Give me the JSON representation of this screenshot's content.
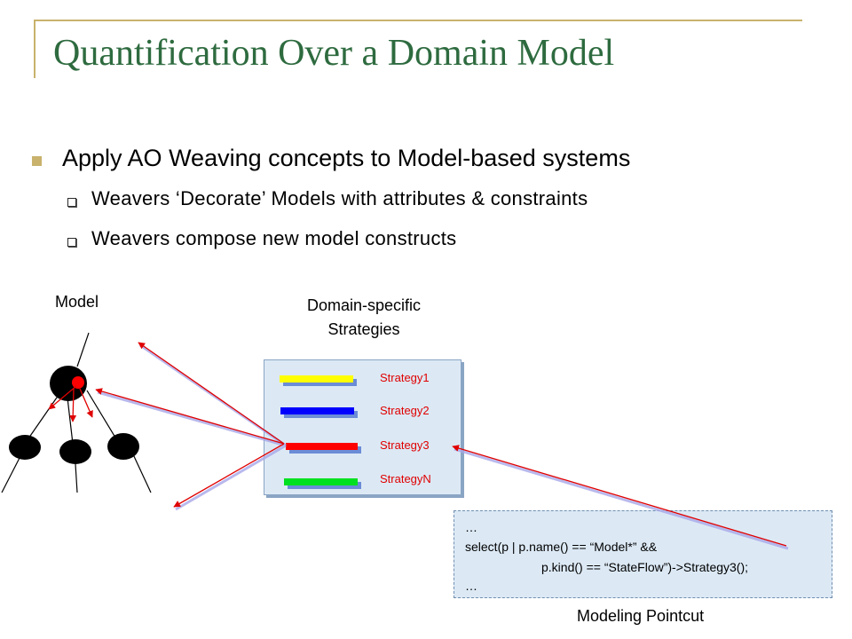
{
  "title": "Quantification Over a Domain Model",
  "bullets": {
    "main": "Apply AO Weaving concepts to Model-based systems",
    "sub": [
      "Weavers ‘Decorate’ Models with attributes & constraints",
      "Weavers compose new model constructs"
    ]
  },
  "diagram": {
    "model_label": "Model",
    "strategies_heading_line1": "Domain-specific",
    "strategies_heading_line2": "Strategies",
    "strategies": [
      {
        "label": "Strategy1",
        "color": "#ffff00"
      },
      {
        "label": "Strategy2",
        "color": "#0000ff"
      },
      {
        "label": "Strategy3",
        "color": "#ff0000"
      },
      {
        "label": "StrategyN",
        "color": "#00e020"
      }
    ],
    "pointcut_label": "Modeling Pointcut",
    "pointcut_code": [
      "…",
      "select(p | p.name() == “Model*” &&",
      "p.kind() == “StateFlow”)->Strategy3();",
      "…"
    ]
  },
  "colors": {
    "title": "#2e6b3f",
    "accent_gold": "#c9b26c",
    "arrow_red": "#e00000",
    "panel_fill": "#dce9f5"
  }
}
